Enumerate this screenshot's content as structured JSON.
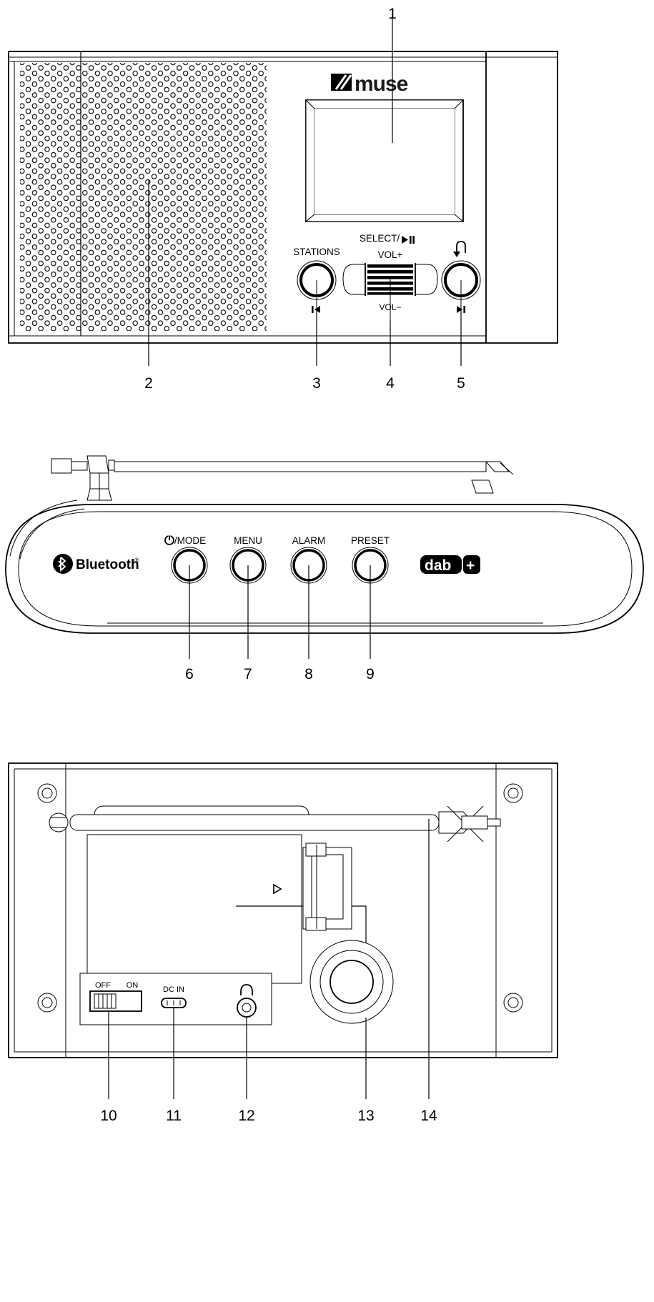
{
  "document": {
    "type": "product-diagram",
    "subject": "MUSE portable DAB+ / Bluetooth radio",
    "views": [
      "front panel",
      "top panel",
      "rear panel"
    ]
  },
  "brand": {
    "muse_logo_text": "muse",
    "bluetooth_text": "Bluetooth",
    "bluetooth_registered": "®",
    "dab_text": "dab",
    "dab_plus": "+"
  },
  "front_panel": {
    "labels": {
      "stations": "STATIONS",
      "select_play": "SELECT/",
      "select_play_icon": "▶❙❙",
      "vol_up": "VOL+",
      "vol_down": "VOL−",
      "return_icon": "↶",
      "prev_track_icon": "❙◀",
      "next_track_icon": "▶❙"
    }
  },
  "top_panel": {
    "buttons": [
      {
        "id": "power-mode",
        "label": "/MODE",
        "icon": "⏻",
        "callout": "6"
      },
      {
        "id": "menu",
        "label": "MENU",
        "callout": "7"
      },
      {
        "id": "alarm",
        "label": "ALARM",
        "callout": "8"
      },
      {
        "id": "preset",
        "label": "PRESET",
        "callout": "9"
      }
    ]
  },
  "rear_panel": {
    "power_switch": {
      "off_label": "OFF",
      "on_label": "ON"
    },
    "dc_in_label": "DC IN",
    "headphone_icon": "◡",
    "battery_arrow_icon": "◁"
  },
  "callouts": [
    {
      "number": "1",
      "target": "lcd-display",
      "view": "front"
    },
    {
      "number": "2",
      "target": "speaker-grille",
      "view": "front"
    },
    {
      "number": "3",
      "target": "stations-knob",
      "view": "front"
    },
    {
      "number": "4",
      "target": "select-volume-wheel",
      "view": "front"
    },
    {
      "number": "5",
      "target": "return-knob",
      "view": "front"
    },
    {
      "number": "6",
      "target": "power-mode-button",
      "view": "top"
    },
    {
      "number": "7",
      "target": "menu-button",
      "view": "top"
    },
    {
      "number": "8",
      "target": "alarm-button",
      "view": "top"
    },
    {
      "number": "9",
      "target": "preset-button",
      "view": "top"
    },
    {
      "number": "10",
      "target": "power-switch",
      "view": "rear"
    },
    {
      "number": "11",
      "target": "dc-in-jack",
      "view": "rear"
    },
    {
      "number": "12",
      "target": "headphone-jack",
      "view": "rear"
    },
    {
      "number": "13",
      "target": "battery-compartment",
      "view": "rear"
    },
    {
      "number": "14",
      "target": "telescopic-antenna",
      "view": "rear"
    }
  ]
}
